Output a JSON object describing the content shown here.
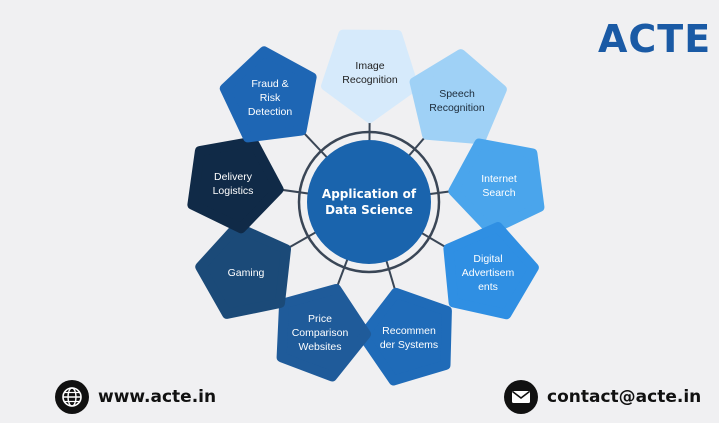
{
  "brand": {
    "logo_text": "ACTE"
  },
  "diagram": {
    "center": {
      "label": [
        "Application of",
        "Data Science"
      ]
    },
    "nodes": [
      {
        "label": [
          "Image",
          "Recognition"
        ],
        "fill": "#d6eafb",
        "text_color": "#222222"
      },
      {
        "label": [
          "Speech",
          "Recognition"
        ],
        "fill": "#9fd1f6",
        "text_color": "#1c2b3a"
      },
      {
        "label": [
          "Internet",
          "Search"
        ],
        "fill": "#4aa5ec",
        "text_color": "#ffffff"
      },
      {
        "label": [
          "Digital",
          "Advertisem",
          "ents"
        ],
        "fill": "#2f8fe3",
        "text_color": "#ffffff"
      },
      {
        "label": [
          "Recommen",
          "der Systems"
        ],
        "fill": "#1f6bb8",
        "text_color": "#ffffff"
      },
      {
        "label": [
          "Price",
          "Comparison",
          "Websites"
        ],
        "fill": "#1f5b9a",
        "text_color": "#ffffff"
      },
      {
        "label": [
          "Gaming"
        ],
        "fill": "#1b4a78",
        "text_color": "#ffffff"
      },
      {
        "label": [
          "Delivery",
          "Logistics"
        ],
        "fill": "#102a47",
        "text_color": "#ffffff"
      },
      {
        "label": [
          "Fraud &",
          "Risk",
          "Detection"
        ],
        "fill": "#1e66b4",
        "text_color": "#ffffff"
      }
    ]
  },
  "footer": {
    "website": {
      "text": "www.acte.in",
      "icon": "globe-icon"
    },
    "email": {
      "text": "contact@acte.in",
      "icon": "envelope-icon"
    }
  },
  "colors": {
    "center_fill": "#1a64ad",
    "connector": "#3a4656",
    "logo": "#1a5aa5"
  }
}
